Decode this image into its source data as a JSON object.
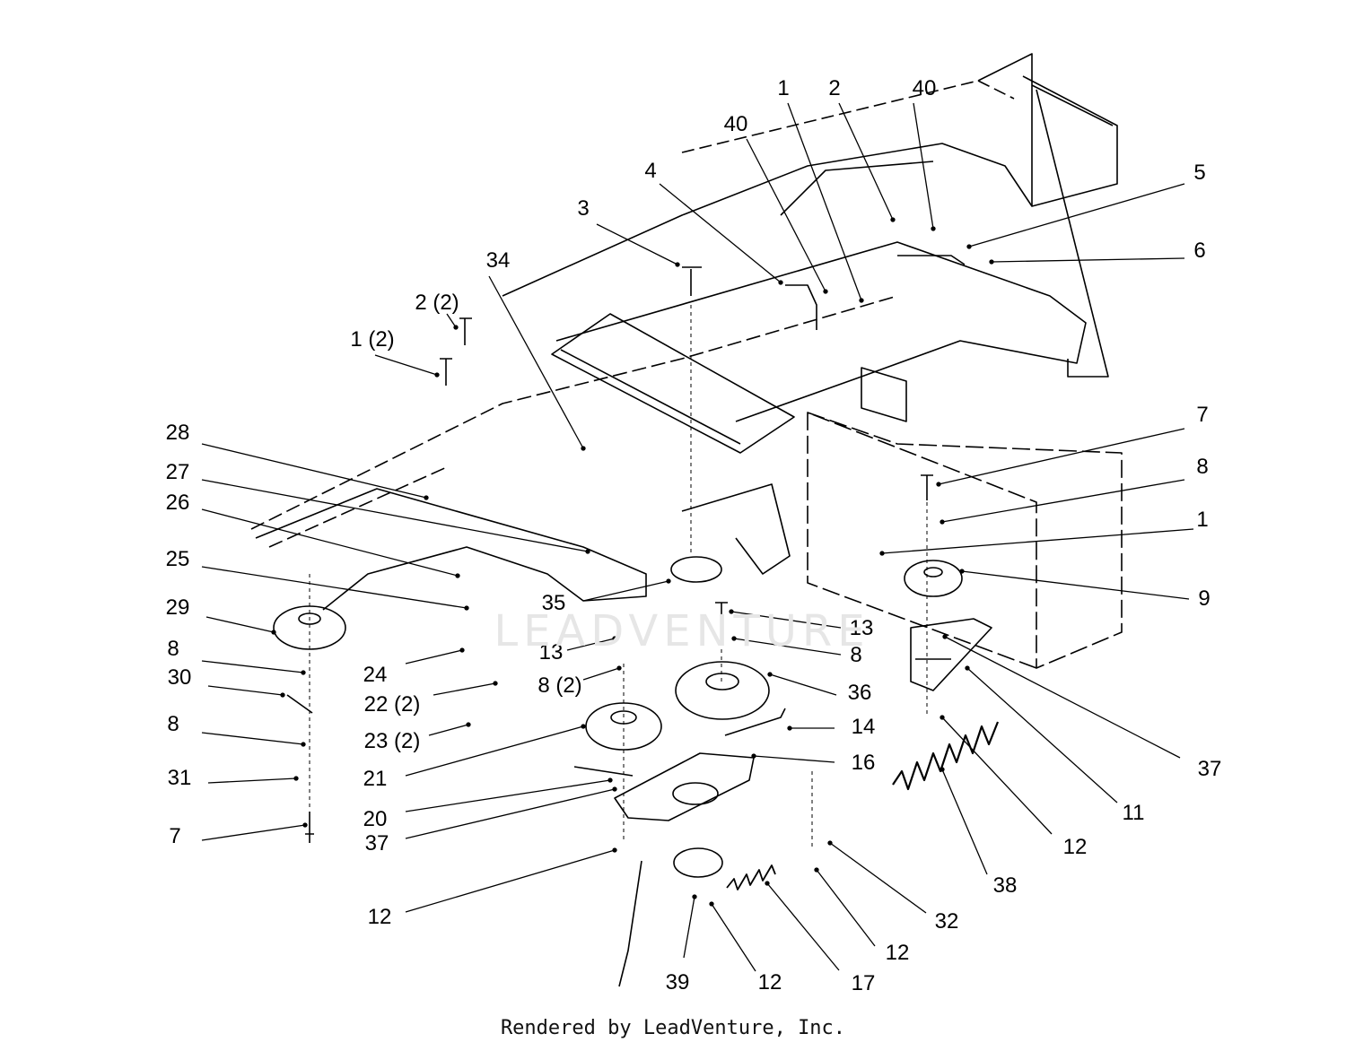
{
  "watermark": "LEADVENTURE",
  "footer": "Rendered by LeadVenture, Inc.",
  "callouts": {
    "c1": "1",
    "c2": "2",
    "c40a": "40",
    "c40b": "40",
    "c4": "4",
    "c3": "3",
    "c5": "5",
    "c6": "6",
    "c34": "34",
    "c2x2": "2 (2)",
    "c1x2": "1 (2)",
    "c28": "28",
    "c27": "27",
    "c26": "26",
    "c25": "25",
    "c29": "29",
    "c8a": "8",
    "c30": "30",
    "c8b": "8",
    "c31": "31",
    "c7a": "7",
    "c24": "24",
    "c22": "22 (2)",
    "c23": "23 (2)",
    "c13a": "13",
    "c8x2": "8 (2)",
    "c21": "21",
    "c20": "20",
    "c37a": "37",
    "c12a": "12",
    "c35": "35",
    "c13b": "13",
    "c8c": "8",
    "c36": "36",
    "c14": "14",
    "c16": "16",
    "c7b": "7",
    "c8d": "8",
    "c1b": "1",
    "c9": "9",
    "c37b": "37",
    "c11": "11",
    "c12b": "12",
    "c38": "38",
    "c32": "32",
    "c12c": "12",
    "c17": "17",
    "c12d": "12",
    "c39": "39"
  }
}
